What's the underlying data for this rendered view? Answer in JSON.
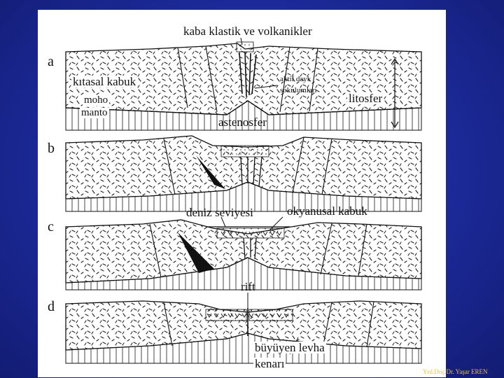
{
  "stages": [
    "a",
    "b",
    "c",
    "d"
  ],
  "labels": {
    "coarse_clastics": "kaba klastik ve volkanikler",
    "active_dikes_1": "aktif dayk",
    "active_dikes_2": "sokulumları",
    "continental_crust": "kıtasal kabuk",
    "moho": "moho",
    "mantle": "manto",
    "lithosphere": "litosfer",
    "asthenosphere": "astenosfer",
    "sea_level": "deniz seviyesi",
    "oceanic_crust": "okyanusal kabuk",
    "rift": "rift",
    "growing_plate_1": "büyüyen levha",
    "growing_plate_2": "kenarı"
  },
  "credit": "Yrd.Doç.Dr. Yaşar EREN"
}
